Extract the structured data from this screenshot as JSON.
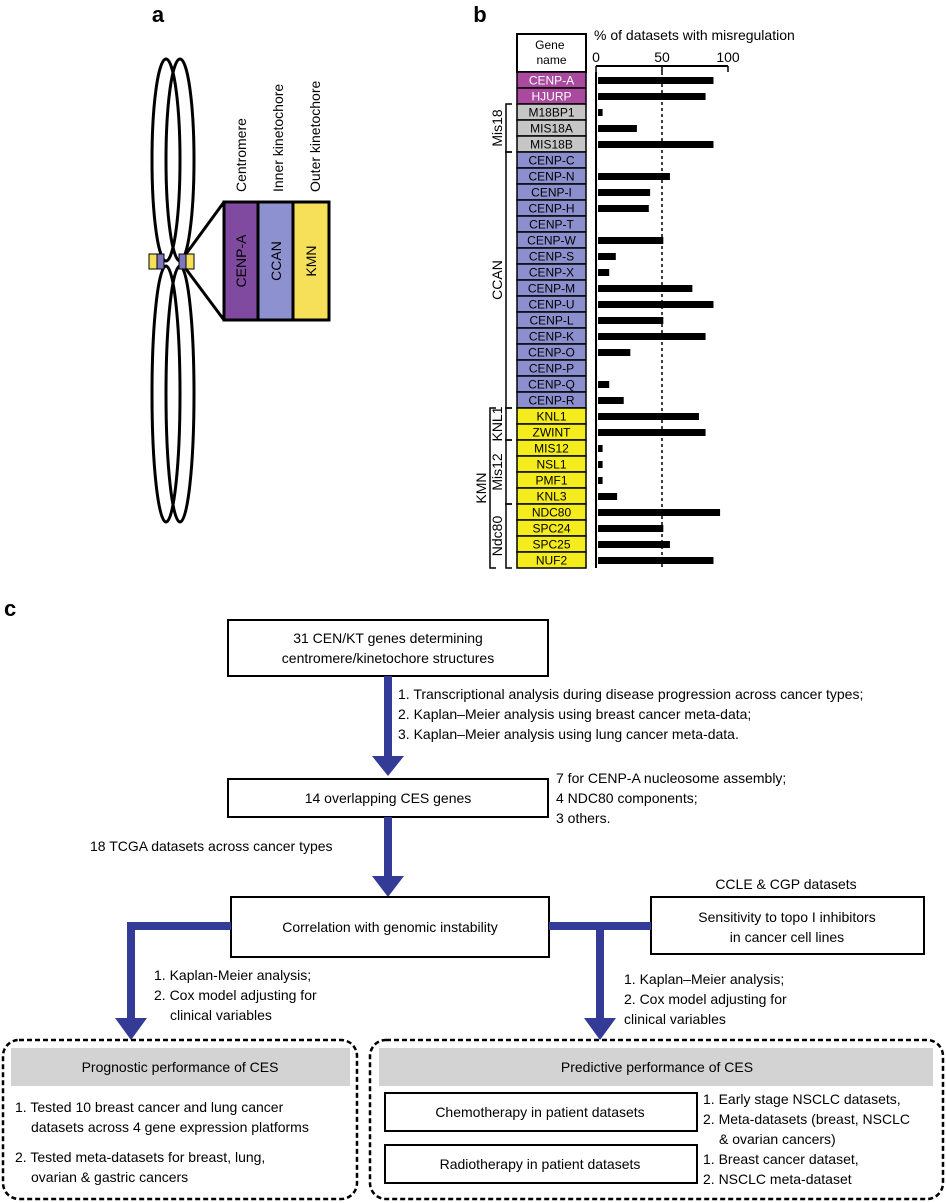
{
  "panel_labels": {
    "a": "a",
    "b": "b",
    "c": "c"
  },
  "colors": {
    "centromere": "#7f4aa0",
    "ccan": "#8e91cf",
    "kmn": "#f6e05a",
    "hjurp_group": "#a94a9e",
    "mis18_group": "#c6c6c6",
    "ccan_group": "#8c8fce",
    "kmn_group": "#f4ec1c",
    "arrow": "#333b97",
    "gray_header": "#d3d3d3"
  },
  "panel_a": {
    "column_labels": [
      "Centromere",
      "Inner kinetochore",
      "Outer kinetochore"
    ],
    "box_labels": [
      "CENP-A",
      "CCAN",
      "KMN"
    ]
  },
  "panel_b": {
    "gene_header": "Gene\nname",
    "axis_title": "% of datasets with misregulation",
    "axis_ticks": [
      0,
      50,
      100
    ],
    "group_labels": {
      "mis18": "Mis18",
      "ccan": "CCAN",
      "knl1": "KNL1",
      "mis12": "Mis12",
      "ndc80": "Ndc80",
      "kmn": "KMN"
    }
  },
  "chart_data": {
    "type": "bar",
    "orientation": "horizontal",
    "xlabel": "% of datasets with misregulation",
    "xlim": [
      0,
      100
    ],
    "reference_line": 50,
    "categories": [
      "CENP-A",
      "HJURP",
      "M18BP1",
      "MIS18A",
      "MIS18B",
      "CENP-C",
      "CENP-N",
      "CENP-I",
      "CENP-H",
      "CENP-T",
      "CENP-W",
      "CENP-S",
      "CENP-X",
      "CENP-M",
      "CENP-U",
      "CENP-L",
      "CENP-K",
      "CENP-O",
      "CENP-P",
      "CENP-Q",
      "CENP-R",
      "KNL1",
      "ZWINT",
      "MIS12",
      "NSL1",
      "PMF1",
      "KNL3",
      "NDC80",
      "SPC24",
      "SPC25",
      "NUF2"
    ],
    "groups": [
      "hjurp",
      "hjurp",
      "mis18",
      "mis18",
      "mis18",
      "ccan",
      "ccan",
      "ccan",
      "ccan",
      "ccan",
      "ccan",
      "ccan",
      "ccan",
      "ccan",
      "ccan",
      "ccan",
      "ccan",
      "ccan",
      "ccan",
      "ccan",
      "ccan",
      "kmn",
      "kmn",
      "kmn",
      "kmn",
      "kmn",
      "kmn",
      "kmn",
      "kmn",
      "kmn",
      "kmn"
    ],
    "values": [
      89,
      83,
      5,
      31,
      89,
      0,
      56,
      41,
      40,
      0,
      51,
      15,
      10,
      73,
      89,
      51,
      83,
      26,
      0,
      10,
      21,
      78,
      83,
      5,
      5,
      5,
      16,
      94,
      51,
      56,
      89
    ]
  },
  "panel_c": {
    "box1": [
      "31 CEN/KT genes determining",
      "centromere/kinetochore structures"
    ],
    "steps1": [
      "1. Transcriptional analysis during disease progression across cancer types;",
      "2. Kaplan–Meier analysis using breast cancer meta-data;",
      "3. Kaplan–Meier analysis using lung cancer meta-data."
    ],
    "box2": "14 overlapping CES genes",
    "box2_notes": [
      "7 for CENP-A nucleosome assembly;",
      "4 NDC80 components;",
      "3 others."
    ],
    "tcga_label": "18 TCGA datasets across cancer types",
    "box3": "Correlation with genomic instability",
    "ccle_label": "CCLE & CGP datasets",
    "box4": [
      "Sensitivity to topo I inhibitors",
      "in cancer cell lines"
    ],
    "left_steps": [
      "1. Kaplan-Meier analysis;",
      "2. Cox model adjusting for",
      "clinical variables"
    ],
    "right_steps": [
      "1. Kaplan–Meier analysis;",
      "2. Cox model adjusting for",
      "clinical variables"
    ],
    "prognostic_header": "Prognostic performance of CES",
    "prognostic_items": [
      [
        "1. Tested 10 breast cancer and lung cancer",
        "datasets across 4 gene expression platforms"
      ],
      [
        "2. Tested meta-datasets for breast, lung,",
        "ovarian & gastric cancers"
      ]
    ],
    "predictive_header": "Predictive performance of CES",
    "chemo_box": "Chemotherapy in patient datasets",
    "chemo_notes": [
      "1. Early stage NSCLC datasets,",
      "2. Meta-datasets (breast, NSCLC",
      "& ovarian cancers)"
    ],
    "radio_box": "Radiotherapy in patient datasets",
    "radio_notes": [
      "1. Breast cancer dataset,",
      "2. NSCLC meta-dataset"
    ]
  }
}
